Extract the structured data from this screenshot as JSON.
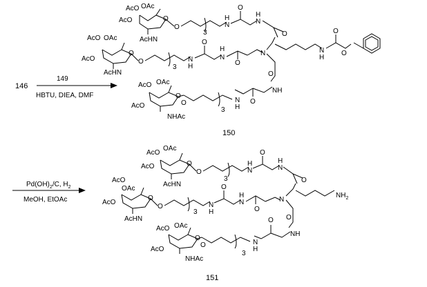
{
  "scheme": {
    "step1": {
      "start": "146",
      "reagent_top": "149",
      "conditions": "HBTU, DIEA, DMF",
      "product": "150"
    },
    "step2": {
      "reagent_top_main": "Pd(OH)",
      "reagent_top_sub": "2",
      "reagent_top_rest": "/C, H",
      "reagent_top_sub2": "2",
      "conditions": "MeOH, EtOAc",
      "product": "151"
    }
  },
  "atoms": {
    "ac_o": "AcO",
    "o_ac": "OAc",
    "ac_hn": "AcHN",
    "nh_ac": "NHAc",
    "o": "O",
    "n": "N",
    "h": "H",
    "n_h": "N",
    "nh": "NH",
    "nh2": "NH",
    "nh2_sub": "2",
    "repeat": "3"
  }
}
